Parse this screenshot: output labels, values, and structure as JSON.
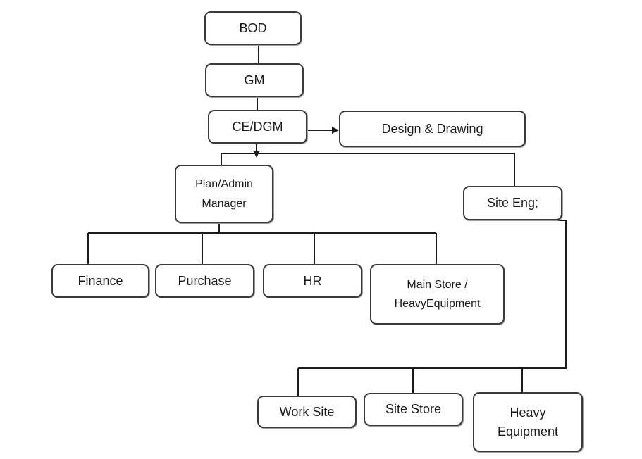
{
  "nodes": {
    "bod": {
      "lines": [
        "BOD"
      ]
    },
    "gm": {
      "lines": [
        "GM"
      ]
    },
    "ce_dgm": {
      "lines": [
        "CE/DGM"
      ]
    },
    "design_drawing": {
      "lines": [
        "Design & Drawing"
      ]
    },
    "plan_admin": {
      "lines": [
        "Plan/Admin",
        "Manager"
      ]
    },
    "site_eng": {
      "lines": [
        "Site Eng;"
      ]
    },
    "finance": {
      "lines": [
        "Finance"
      ]
    },
    "purchase": {
      "lines": [
        "Purchase"
      ]
    },
    "hr": {
      "lines": [
        "HR"
      ]
    },
    "main_store": {
      "lines": [
        "Main Store /",
        "HeavyEquipment"
      ]
    },
    "work_site": {
      "lines": [
        "Work Site"
      ]
    },
    "site_store": {
      "lines": [
        "Site Store"
      ]
    },
    "heavy_equipment": {
      "lines": [
        "Heavy",
        "Equipment"
      ]
    }
  },
  "edges": [
    {
      "from": "bod",
      "to": "gm"
    },
    {
      "from": "gm",
      "to": "ce_dgm"
    },
    {
      "from": "ce_dgm",
      "to": "design_drawing",
      "arrow": true
    },
    {
      "from": "ce_dgm",
      "to": "plan_admin",
      "arrow": true
    },
    {
      "from": "ce_dgm",
      "to": "site_eng"
    },
    {
      "from": "plan_admin",
      "to": "finance"
    },
    {
      "from": "plan_admin",
      "to": "purchase"
    },
    {
      "from": "plan_admin",
      "to": "hr"
    },
    {
      "from": "plan_admin",
      "to": "main_store"
    },
    {
      "from": "site_eng",
      "to": "work_site"
    },
    {
      "from": "site_eng",
      "to": "site_store"
    },
    {
      "from": "site_eng",
      "to": "heavy_equipment"
    }
  ]
}
